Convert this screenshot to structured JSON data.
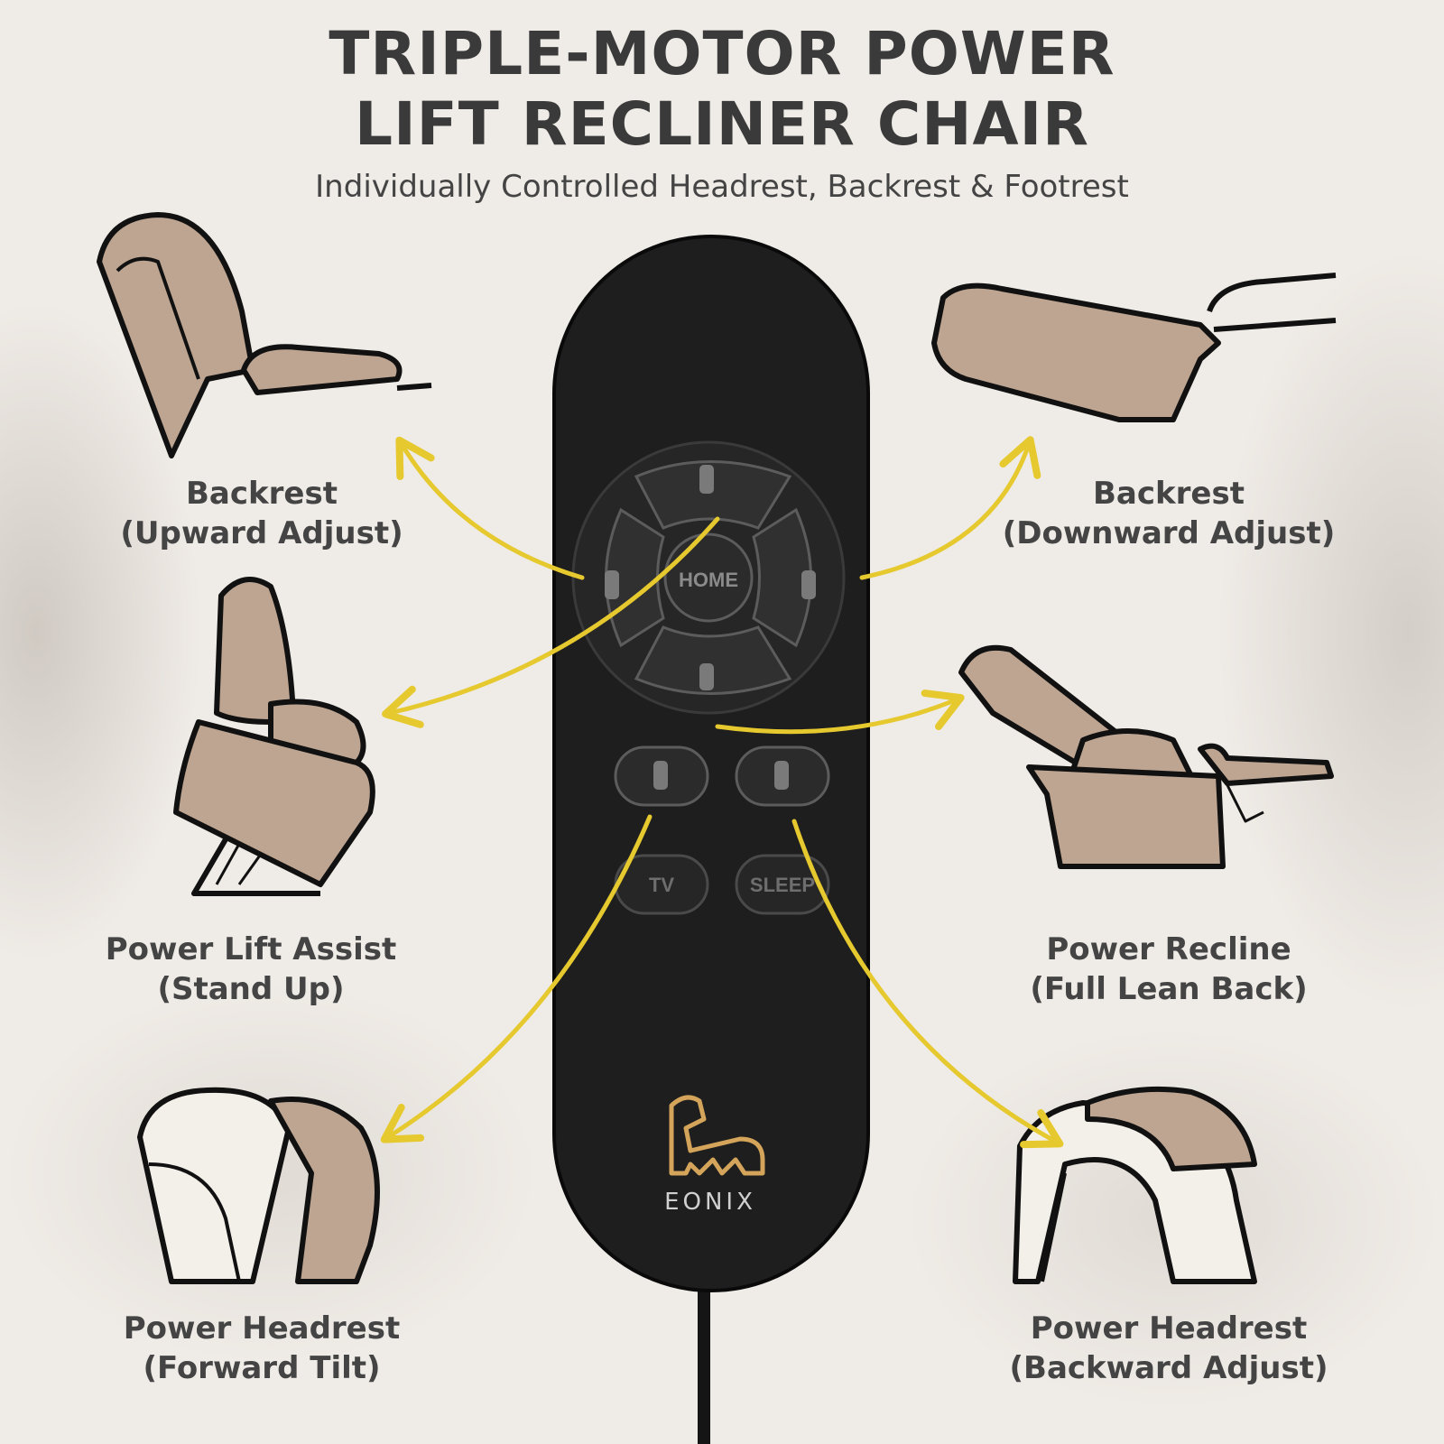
{
  "heading": {
    "line1": "TRIPLE-MOTOR POWER",
    "line2": "LIFT RECLINER CHAIR",
    "subtitle": "Individually Controlled Headrest, Backrest & Footrest"
  },
  "features": {
    "backrest_up": {
      "name": "Backrest",
      "detail": "(Upward Adjust)"
    },
    "backrest_down": {
      "name": "Backrest",
      "detail": "(Downward Adjust)"
    },
    "lift": {
      "name": "Power Lift Assist",
      "detail": "(Stand Up)"
    },
    "recline": {
      "name": "Power Recline",
      "detail": "(Full Lean Back)"
    },
    "headrest_forward": {
      "name": "Power Headrest",
      "detail": "(Forward Tilt)"
    },
    "headrest_backward": {
      "name": "Power Headrest",
      "detail": "(Backward Adjust)"
    }
  },
  "remote": {
    "home": "HOME",
    "tv": "TV",
    "sleep": "SLEEP",
    "brand": "EONIX"
  },
  "colors": {
    "chair": "#bda592",
    "outline": "#111111",
    "arrow": "#e6c92e",
    "remote_body": "#1e1e1e",
    "logo": "#d3a45a"
  }
}
